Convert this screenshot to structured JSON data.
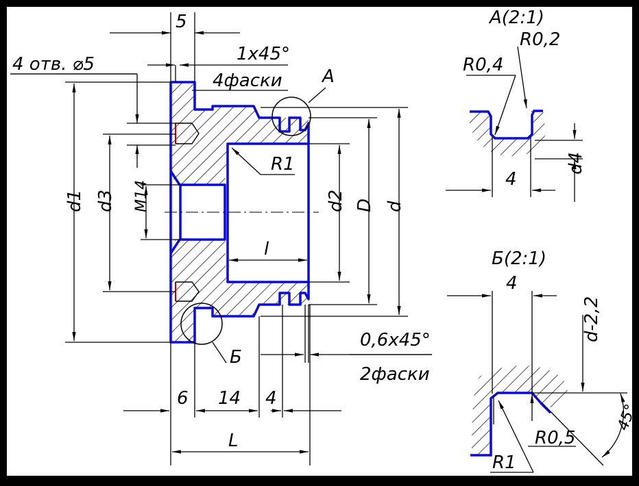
{
  "labels": {
    "dim_5": "5",
    "holes": "4 отв. ⌀5",
    "chamfer_top": "1x45°",
    "chamfers_4": "4фаски",
    "detail_a_mark": "А",
    "r1_main": "R1",
    "d1": "d1",
    "d3": "d3",
    "m14": "M14",
    "d2": "d2",
    "D": "D",
    "d": "d",
    "l": "l",
    "chamfer_bottom": "0,6x45°",
    "chamfers_2": "2фаски",
    "detail_b_mark": "Б",
    "dim_6": "6",
    "dim_14": "14",
    "dim_4": "4",
    "L": "L"
  },
  "detail_a": {
    "title": "А(2:1)",
    "r04": "R0,4",
    "r02": "R0,2",
    "dim_4": "4",
    "d4": "d4"
  },
  "detail_b": {
    "title": "Б(2:1)",
    "dim_4": "4",
    "d_minus": "d-2,2",
    "r05": "R0,5",
    "r1": "R1",
    "angle": "45°"
  },
  "colors": {
    "outline": "#0a0adc",
    "hatch": "#000000",
    "frame": "#000000",
    "paper": "#ffffff",
    "hole": "#c00000"
  }
}
